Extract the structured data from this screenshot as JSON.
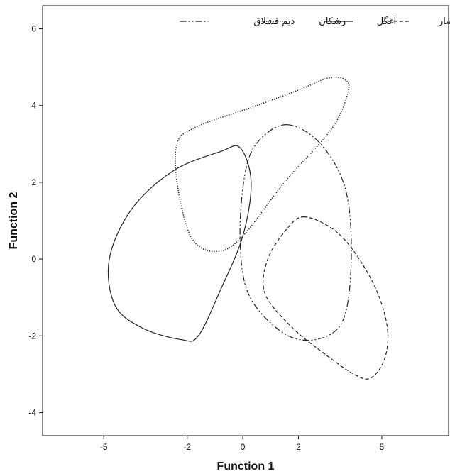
{
  "chart_data": {
    "type": "line",
    "xlabel": "Function 1",
    "ylabel": "Function 2",
    "xlim": [
      -7.2,
      7.4
    ],
    "ylim": [
      -4.6,
      6.6
    ],
    "xticks": [
      -5,
      -2,
      0,
      2,
      5
    ],
    "yticks": [
      -4,
      -2,
      0,
      2,
      4,
      6
    ],
    "grid": false,
    "legend": {
      "placement": "top"
    },
    "series": [
      {
        "name": "حاصار",
        "style": "dashed",
        "color": "#222222",
        "x": [
          2.2,
          3.2,
          4.0,
          4.8,
          5.2,
          5.1,
          4.6,
          4.0,
          3.0,
          1.8,
          0.8,
          0.9,
          1.6,
          2.2
        ],
        "y": [
          1.1,
          0.8,
          0.2,
          -0.8,
          -1.8,
          -2.6,
          -3.1,
          -3.0,
          -2.5,
          -1.8,
          -0.9,
          0.0,
          0.8,
          1.1
        ]
      },
      {
        "name": "آغگل",
        "style": "solid",
        "color": "#222222",
        "x": [
          -0.1,
          -0.8,
          -2.5,
          -4.0,
          -4.8,
          -4.6,
          -3.6,
          -2.2,
          -1.6,
          -0.8,
          0.0,
          0.3,
          -0.1
        ],
        "y": [
          2.9,
          2.8,
          2.3,
          1.3,
          0.0,
          -1.2,
          -1.8,
          -2.1,
          -2.0,
          -0.8,
          0.6,
          2.0,
          2.9
        ]
      },
      {
        "name": "رشکان",
        "style": "dotted",
        "color": "#222222",
        "x": [
          3.6,
          3.8,
          3.2,
          1.5,
          0.0,
          -0.9,
          -1.8,
          -2.3,
          -2.4,
          -1.8,
          0.5,
          2.0,
          3.0,
          3.6
        ],
        "y": [
          4.7,
          4.4,
          3.4,
          2.0,
          0.6,
          0.2,
          0.5,
          1.7,
          2.9,
          3.4,
          4.0,
          4.4,
          4.7,
          4.7
        ]
      },
      {
        "name": "دیم قشلاق",
        "style": "dashdot",
        "color": "#222222",
        "x": [
          1.6,
          2.8,
          3.7,
          3.9,
          3.6,
          2.6,
          1.4,
          0.2,
          -0.1,
          0.1,
          0.6,
          1.6
        ],
        "y": [
          3.5,
          3.0,
          1.8,
          0.0,
          -1.6,
          -2.1,
          -1.9,
          -0.9,
          0.6,
          2.3,
          3.1,
          3.5
        ]
      }
    ]
  }
}
